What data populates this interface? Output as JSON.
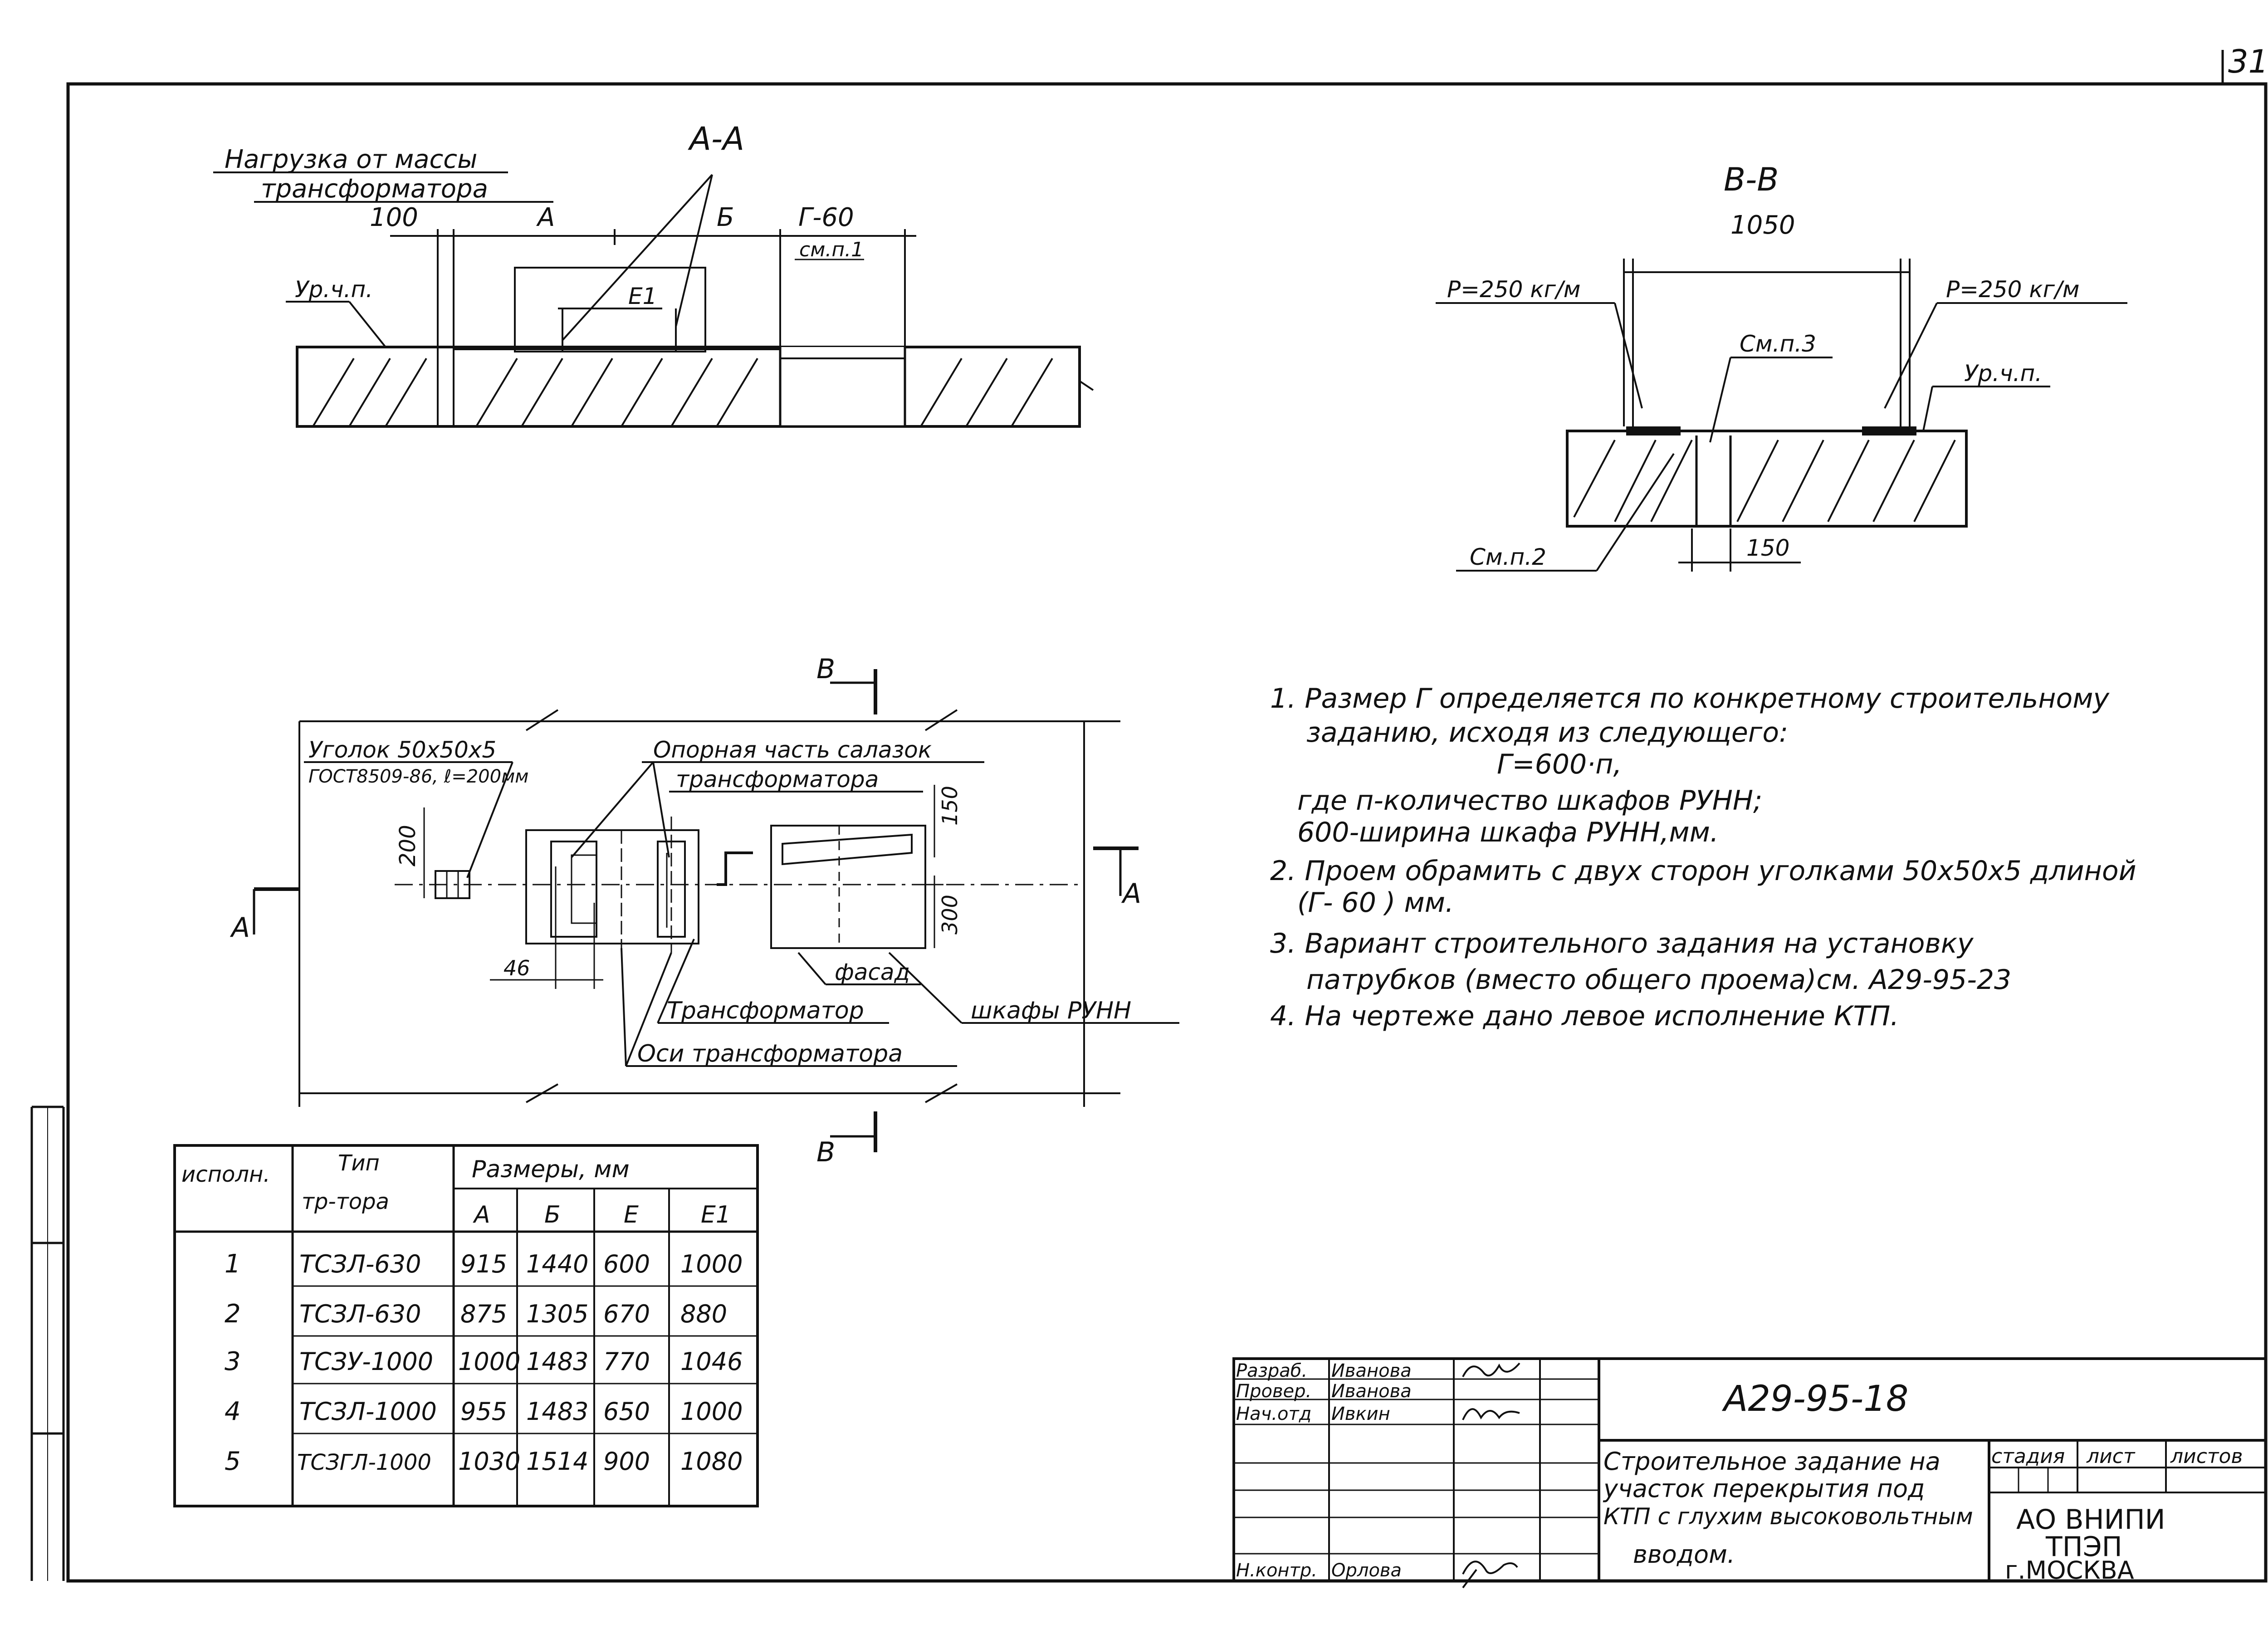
{
  "sheet_number": "31",
  "section_aa": {
    "title": "А-А",
    "load_label_1": "Нагрузка от массы",
    "load_label_2": "трансформатора",
    "dim_100": "100",
    "dim_a": "А",
    "dim_b": "Б",
    "dim_g": "Г-60",
    "see_note": "см.п.1",
    "e1": "Е1",
    "floor_level": "Ур.ч.п."
  },
  "section_vv": {
    "title": "В-В",
    "dim_1050": "1050",
    "load_left": "Р=250 кг/м",
    "load_right": "Р=250 кг/м",
    "see_p3": "См.п.3",
    "floor_level": "Ур.ч.п.",
    "see_p2": "См.п.2",
    "dim_150": "150"
  },
  "plan": {
    "cut_v_top": "В",
    "cut_v_bottom": "В",
    "cut_a_left": "А",
    "cut_a_right": "А",
    "angle_label_1": "Уголок 50х50х5",
    "angle_label_2": "ГОСТ8509-86, ℓ=200мм",
    "dim_200": "200",
    "support_label_1": "Опорная часть салазок",
    "support_label_2": "трансформатора",
    "dim_150": "150",
    "dim_300": "300",
    "dim_46": "46",
    "facade": "фасад",
    "transformer": "Трансформатор",
    "cabinets": "шкафы РУНН",
    "axes": "Оси трансформатора"
  },
  "notes": [
    "1. Размер Г определяется по конкретному строительному",
    "заданию, исходя из следующего:",
    "Г=600·п,",
    "где п-количество шкафов РУНН;",
    "600-ширина шкафа РУНН,мм.",
    "2. Проем обрамить с двух сторон уголками 50х50х5 длиной",
    "(Г- 60 ) мм.",
    "3. Вариант строительного задания на установку",
    "патрубков (вместо общего проема)см. А29-95-23",
    "4. На чертеже дано левое исполнение КТП."
  ],
  "table": {
    "h_exec": "исполн.",
    "h_type_1": "Тип",
    "h_type_2": "тр-тора",
    "h_dims": "Размеры, мм",
    "h_a": "А",
    "h_b": "Б",
    "h_e": "Е",
    "h_e1": "Е1",
    "rows": [
      {
        "n": "1",
        "type": "ТСЗЛ-630",
        "a": "915",
        "b": "1440",
        "e": "600",
        "e1": "1000"
      },
      {
        "n": "2",
        "type": "ТСЗЛ-630",
        "a": "875",
        "b": "1305",
        "e": "670",
        "e1": "880"
      },
      {
        "n": "3",
        "type": "ТСЗУ-1000",
        "a": "1000",
        "b": "1483",
        "e": "770",
        "e1": "1046"
      },
      {
        "n": "4",
        "type": "ТСЗЛ-1000",
        "a": "955",
        "b": "1483",
        "e": "650",
        "e1": "1000"
      },
      {
        "n": "5",
        "type": "ТСЗГЛ-1000",
        "a": "1030",
        "b": "1514",
        "e": "900",
        "e1": "1080"
      }
    ]
  },
  "title_block": {
    "r1_role": "Разраб.",
    "r1_name": "Иванова",
    "r2_role": "Провер.",
    "r2_name": "Иванова",
    "r3_role": "Нач.отд",
    "r3_name": "Ивкин",
    "r4_role": "Н.контр.",
    "r4_name": "Орлова",
    "doc_code": "А29-95-18",
    "desc_1": "Строительное задание на",
    "desc_2": "участок перекрытия под",
    "desc_3": "КТП с глухим высоковольтным",
    "desc_4": "вводом.",
    "stage": "стадия",
    "sheet": "лист",
    "sheets": "листов",
    "org_1": "АО ВНИПИ",
    "org_2": "ТПЭП",
    "org_3": "г.МОСКВА"
  }
}
